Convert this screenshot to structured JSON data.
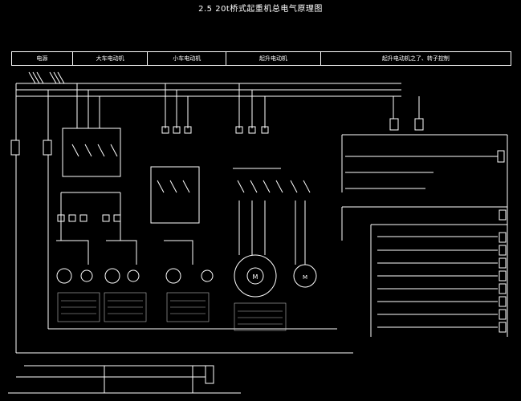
{
  "title": "2.5 20t桥式起重机总电气原理图",
  "header": {
    "cells": [
      "电源",
      "大车电动机",
      "小车电动机",
      "起升电动机",
      "起升电动机之了、转子控制"
    ]
  },
  "motor_labels": [
    "M",
    "M"
  ],
  "colors": {
    "background": "#000000",
    "line": "#ffffff"
  }
}
